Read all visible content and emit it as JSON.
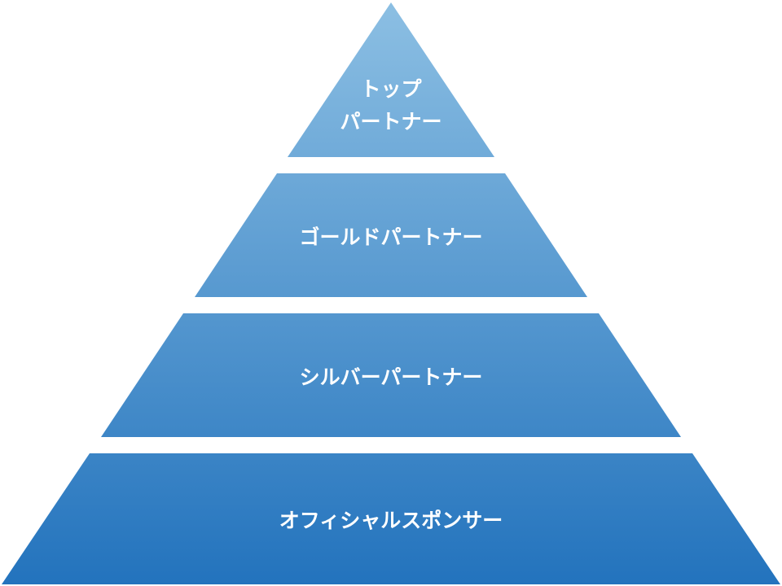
{
  "tiers": [
    {
      "lines": [
        "トップ",
        "パートナー"
      ]
    },
    {
      "lines": [
        "ゴールドパートナー"
      ]
    },
    {
      "lines": [
        "シルバーパートナー"
      ]
    },
    {
      "lines": [
        "オフィシャルスポンサー"
      ]
    }
  ],
  "colors": {
    "top": "#8cbfe3",
    "bottom": "#2373bd",
    "text": "#ffffff"
  }
}
